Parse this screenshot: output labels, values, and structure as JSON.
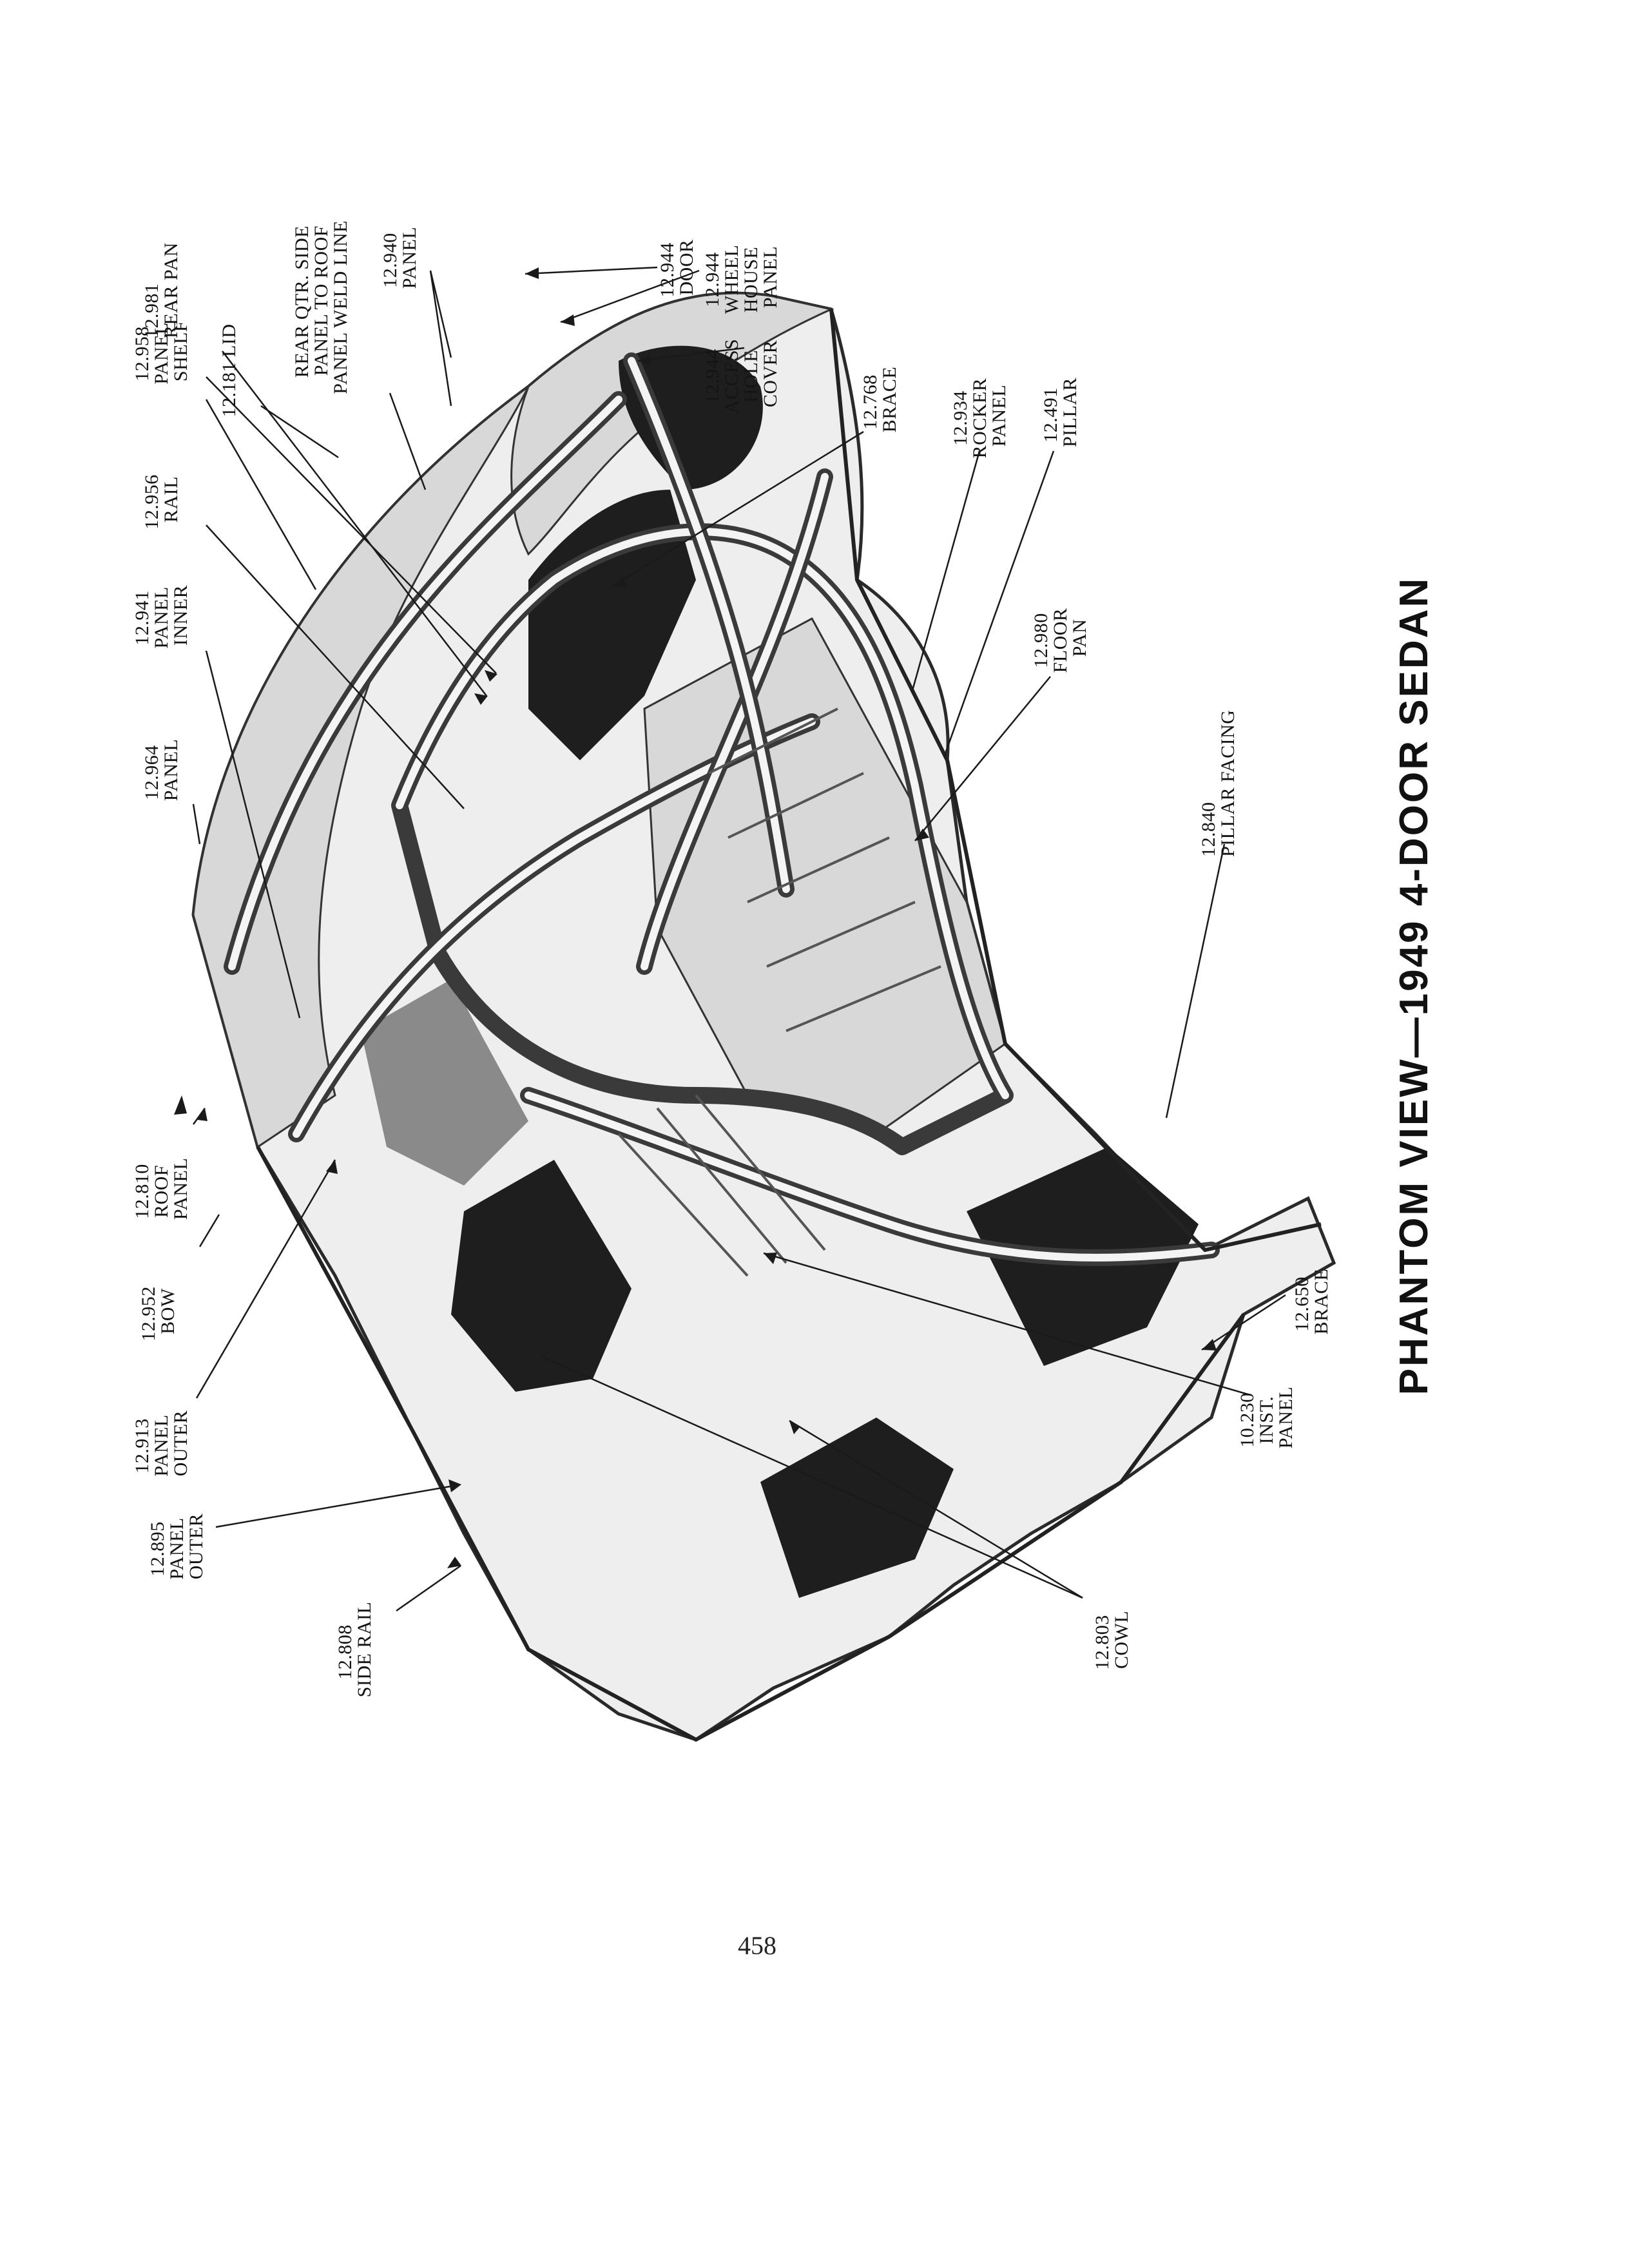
{
  "figure": {
    "title": "PHANTOM VIEW—1949 4-DOOR SEDAN",
    "page_number": "458"
  },
  "callouts": [
    {
      "id": "c12895",
      "lines": [
        "12.895",
        "PANEL",
        "OUTER"
      ]
    },
    {
      "id": "c12808",
      "lines": [
        "12.808",
        "SIDE RAIL"
      ]
    },
    {
      "id": "c12913",
      "lines": [
        "12.913",
        "PANEL",
        "OUTER"
      ]
    },
    {
      "id": "c12952",
      "lines": [
        "12.952",
        "BOW"
      ]
    },
    {
      "id": "c12810",
      "lines": [
        "12.810",
        "ROOF",
        "PANEL"
      ]
    },
    {
      "id": "c12964",
      "lines": [
        "12.964",
        "PANEL"
      ]
    },
    {
      "id": "c12941",
      "lines": [
        "12.941",
        "PANEL",
        "INNER"
      ]
    },
    {
      "id": "c12956",
      "lines": [
        "12.956",
        "RAIL"
      ]
    },
    {
      "id": "c12958",
      "lines": [
        "12.958",
        "PANEL",
        "SHELF"
      ]
    },
    {
      "id": "c12981",
      "lines": [
        "12.981",
        "REAR PAN"
      ]
    },
    {
      "id": "c12181",
      "lines": [
        "12.181 LID"
      ]
    },
    {
      "id": "cweld",
      "lines": [
        "REAR QTR. SIDE",
        "PANEL TO ROOF",
        "PANEL WELD LINE"
      ]
    },
    {
      "id": "c12940",
      "lines": [
        "12.940",
        "PANEL"
      ]
    },
    {
      "id": "c12944door",
      "lines": [
        "12.944",
        "DOOR"
      ]
    },
    {
      "id": "c12944wh",
      "lines": [
        "12.944",
        "WHEEL",
        "HOUSE",
        "PANEL"
      ]
    },
    {
      "id": "c12944ah",
      "lines": [
        "12.944",
        "ACCESS",
        "HOLE",
        "COVER"
      ]
    },
    {
      "id": "c12768",
      "lines": [
        "12.768",
        "BRACE"
      ]
    },
    {
      "id": "c12934",
      "lines": [
        "12.934",
        "ROCKER",
        "PANEL"
      ]
    },
    {
      "id": "c12491",
      "lines": [
        "12.491",
        "PILLAR"
      ]
    },
    {
      "id": "c12980",
      "lines": [
        "12.980",
        "FLOOR",
        "PAN"
      ]
    },
    {
      "id": "c12840",
      "lines": [
        "12.840",
        "PILLAR FACING"
      ]
    },
    {
      "id": "c12650",
      "lines": [
        "12.650",
        "BRACE"
      ]
    },
    {
      "id": "c10230",
      "lines": [
        "10.230",
        "INST.",
        "PANEL"
      ]
    },
    {
      "id": "c12803",
      "lines": [
        "12.803",
        "COWL"
      ]
    }
  ]
}
